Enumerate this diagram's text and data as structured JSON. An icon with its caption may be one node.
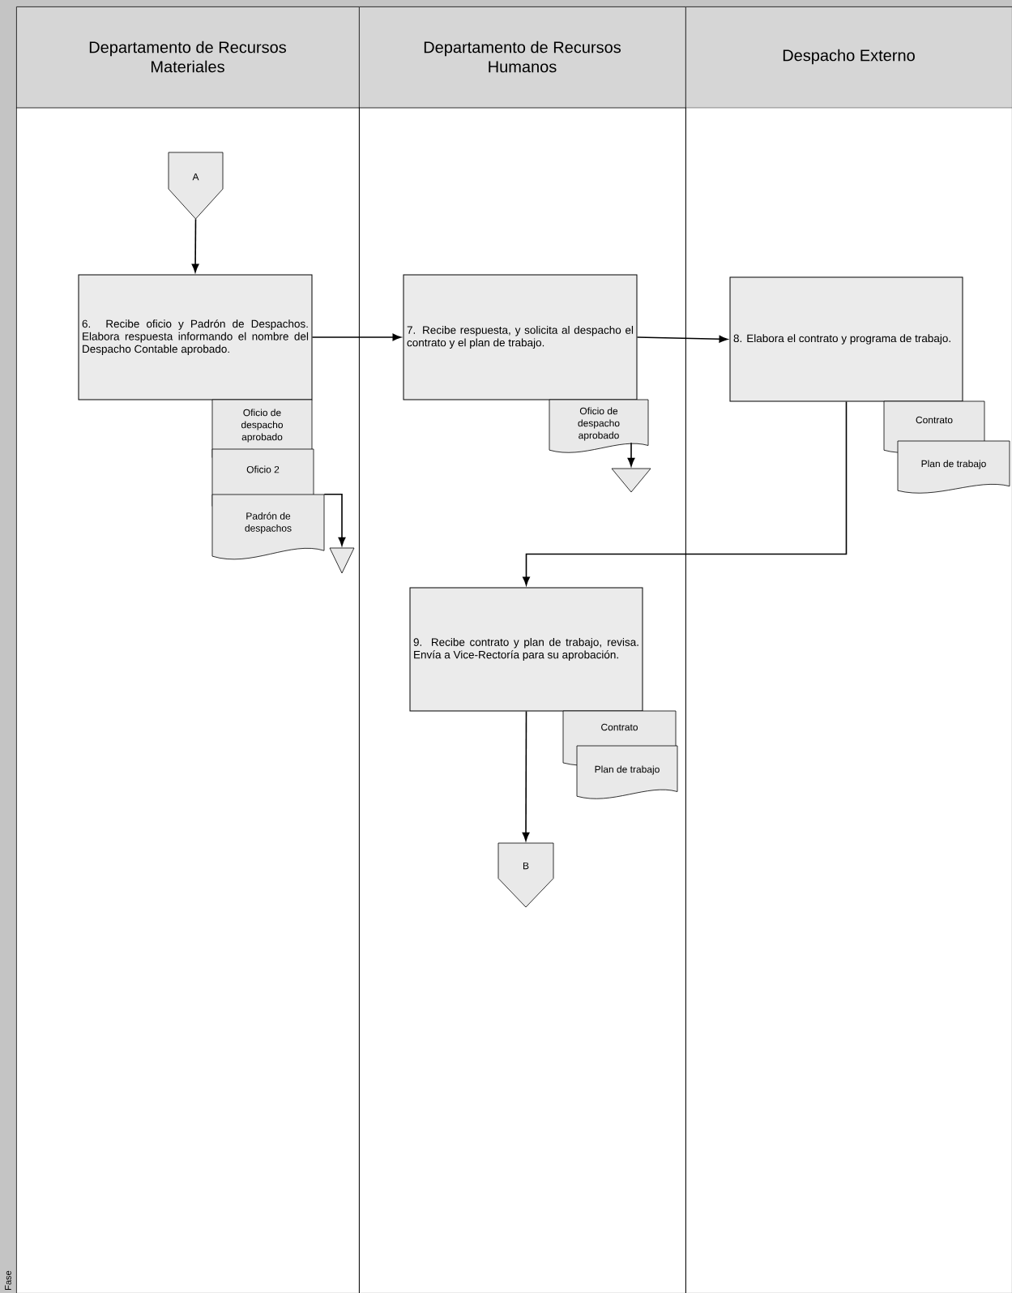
{
  "diagram": {
    "nodes": [
      {
        "text": [
          "Departamento de Recursos Materiales"
        ]
      },
      {
        "text": [
          "Departamento de Recursos Humanos"
        ]
      },
      {
        "text": [
          "Despacho Externo"
        ]
      },
      {
        "text": [
          "A"
        ],
        "in": 0
      },
      {
        "text": [
          "6. Recibe oficio y Padrón de Despachos. Elabora respuesta informando el nombre del Despacho Contable aprobado."
        ],
        "in": 0
      },
      {
        "text": [
          "Oficio de despacho aprobado"
        ],
        "in": 0
      },
      {
        "text": [
          "Oficio 2"
        ],
        "in": 0
      },
      {
        "text": [
          "Padrón de despachos"
        ],
        "in": 0
      },
      {
        "text": [],
        "shape": "triangle",
        "in": 0
      },
      {
        "text": [
          "7. Recibe respuesta, y solicita al despacho el contrato y el plan de trabajo."
        ],
        "in": 1
      },
      {
        "text": [
          "Oficio de despacho aprobado"
        ],
        "in": 1
      },
      {
        "text": [],
        "shape": "triangle",
        "in": 1
      },
      {
        "text": [
          "8. Elabora el contrato y programa de trabajo."
        ],
        "in": 2
      },
      {
        "text": [
          "Contrato"
        ],
        "in": 2
      },
      {
        "text": [
          "Plan de trabajo"
        ],
        "in": 2
      },
      {
        "text": [
          "9. Recibe contrato y plan de trabajo, revisa. Envía a Vice-Rectoría para su aprobación."
        ],
        "in": 1
      },
      {
        "text": [
          "Contrato"
        ],
        "in": 1
      },
      {
        "text": [
          "Plan de trabajo"
        ],
        "in": 1
      },
      {
        "text": [
          "B"
        ],
        "in": 1
      }
    ],
    "edges": [
      {
        "from": 3,
        "to": 4,
        "arrow": "to"
      },
      {
        "from": 4,
        "to": 9,
        "arrow": "to"
      },
      {
        "from": 9,
        "to": 12,
        "arrow": "to"
      },
      {
        "from": 12,
        "to": 15,
        "arrow": "to"
      },
      {
        "from": 15,
        "to": 18,
        "arrow": "to"
      },
      {
        "from": 7,
        "to": 8,
        "arrow": "to"
      },
      {
        "from": 10,
        "to": 11,
        "arrow": "to"
      }
    ],
    "labels": [
      "Fase"
    ]
  }
}
